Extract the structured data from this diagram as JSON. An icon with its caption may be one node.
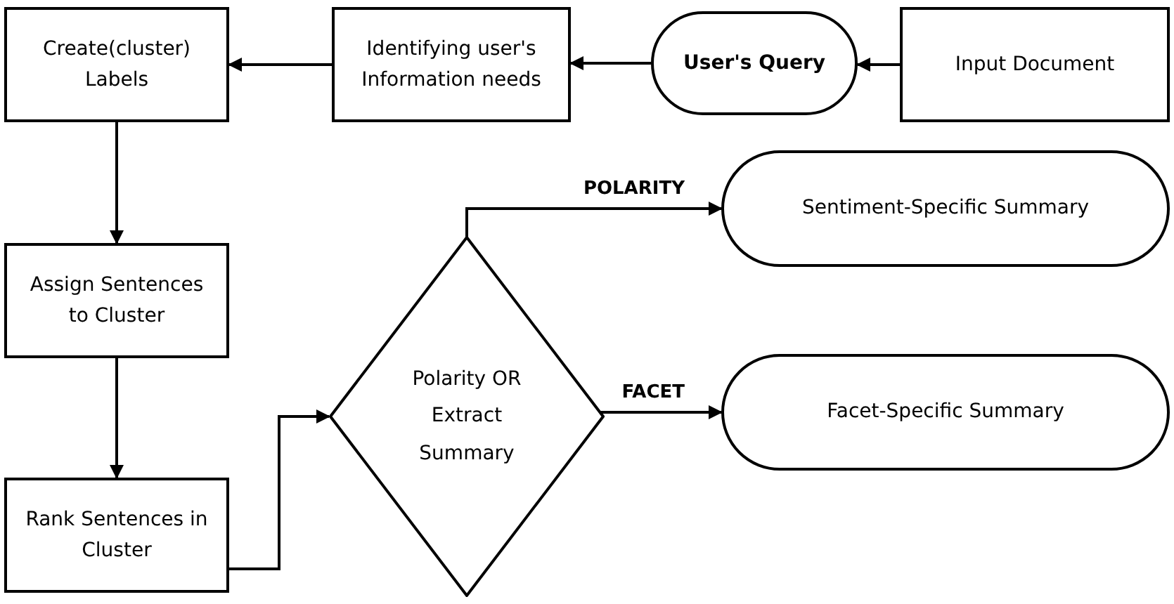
{
  "diagram": {
    "nodes": [
      {
        "text": [
          "Input Document"
        ]
      },
      {
        "text": [
          "User's Query"
        ]
      },
      {
        "text": [
          "Identifying user's Information needs"
        ]
      },
      {
        "text": [
          "Create(cluster) Labels"
        ]
      },
      {
        "text": [
          "Assign Sentences to Cluster"
        ]
      },
      {
        "text": [
          "Rank Sentences in Cluster"
        ]
      },
      {
        "text": [
          "Polarity OR Extract Summary"
        ]
      },
      {
        "text": [
          "Sentiment-Specific Summary"
        ]
      },
      {
        "text": [
          "Facet-Specific Summary"
        ]
      }
    ],
    "edges": [
      {
        "from": 0,
        "to": 1,
        "arrow": "to"
      },
      {
        "from": 1,
        "to": 2,
        "arrow": "to"
      },
      {
        "from": 2,
        "to": 3,
        "arrow": "to"
      },
      {
        "from": 3,
        "to": 4,
        "arrow": "to"
      },
      {
        "from": 4,
        "to": 5,
        "arrow": "to"
      },
      {
        "from": 5,
        "to": 6,
        "arrow": "to"
      },
      {
        "from": 6,
        "to": 7,
        "arrow": "to",
        "label": "POLARITY"
      },
      {
        "from": 6,
        "to": 8,
        "arrow": "to",
        "label": "FACET"
      }
    ]
  }
}
